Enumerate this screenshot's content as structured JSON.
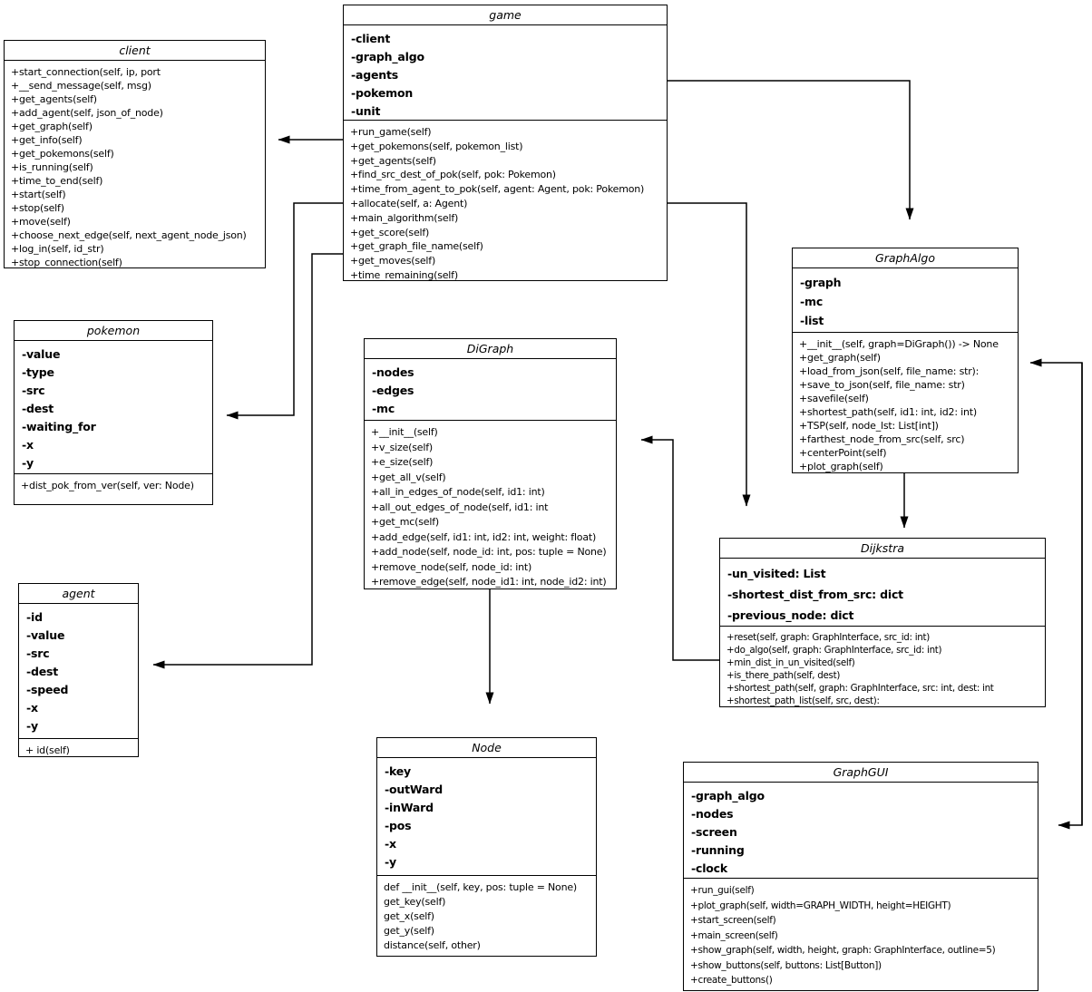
{
  "colors": {
    "line": "#000000",
    "background": "#ffffff",
    "text": "#000000"
  },
  "diagram": {
    "type": "uml-class-diagram",
    "classes": [
      {
        "name": "client",
        "title": "client",
        "attributes": [],
        "methods": [
          "+start_connection(self, ip, port",
          "+__send_message(self, msg)",
          "+get_agents(self)",
          "+add_agent(self, json_of_node)",
          "+get_graph(self)",
          "+get_info(self)",
          "+get_pokemons(self)",
          "+is_running(self)",
          "+time_to_end(self)",
          "+start(self)",
          "+stop(self)",
          "+move(self)",
          "+choose_next_edge(self, next_agent_node_json)",
          "+log_in(self, id_str)",
          "+stop_connection(self)"
        ]
      },
      {
        "name": "game",
        "title": "game",
        "attributes": [
          "-client",
          "-graph_algo",
          "-agents",
          "-pokemon",
          "-unit"
        ],
        "methods": [
          "+run_game(self)",
          "+get_pokemons(self, pokemon_list)",
          "+get_agents(self)",
          "+find_src_dest_of_pok(self, pok: Pokemon)",
          "+time_from_agent_to_pok(self, agent: Agent, pok: Pokemon)",
          "+allocate(self, a: Agent)",
          "+main_algorithm(self)",
          "+get_score(self)",
          "+get_graph_file_name(self)",
          "+get_moves(self)",
          "+time_remaining(self)"
        ]
      },
      {
        "name": "GraphAlgo",
        "title": "GraphAlgo",
        "attributes": [
          "-graph",
          "-mc",
          "-list"
        ],
        "methods": [
          "+__init__(self, graph=DiGraph()) -> None",
          "+get_graph(self)",
          "+load_from_json(self, file_name: str):",
          "+save_to_json(self, file_name: str)",
          "+savefile(self)",
          "+shortest_path(self, id1: int, id2: int)",
          "+TSP(self, node_lst: List[int])",
          "+farthest_node_from_src(self, src)",
          "+centerPoint(self)",
          "+plot_graph(self)"
        ]
      },
      {
        "name": "pokemon",
        "title": "pokemon",
        "attributes": [
          "-value",
          "-type",
          "-src",
          "-dest",
          "-waiting_for",
          "-x",
          "-y"
        ],
        "methods": [
          "+dist_pok_from_ver(self, ver: Node)"
        ]
      },
      {
        "name": "DiGraph",
        "title": "DiGraph",
        "attributes": [
          "-nodes",
          "-edges",
          "-mc"
        ],
        "methods": [
          "+__init__(self)",
          "+v_size(self)",
          "+e_size(self)",
          "+get_all_v(self)",
          "+all_in_edges_of_node(self, id1: int)",
          "+all_out_edges_of_node(self, id1: int",
          "+get_mc(self)",
          "+add_edge(self, id1: int, id2: int, weight: float)",
          "+add_node(self, node_id: int, pos: tuple = None)",
          "+remove_node(self, node_id: int)",
          "+remove_edge(self, node_id1: int, node_id2: int)"
        ]
      },
      {
        "name": "Dijkstra",
        "title": "Dijkstra",
        "attributes": [
          "-un_visited: List",
          "-shortest_dist_from_src: dict",
          "-previous_node: dict"
        ],
        "methods": [
          "+reset(self, graph: GraphInterface, src_id: int)",
          "+do_algo(self, graph: GraphInterface, src_id: int)",
          "+min_dist_in_un_visited(self)",
          "+is_there_path(self, dest)",
          "+shortest_path(self, graph: GraphInterface, src: int, dest: int",
          "+shortest_path_list(self, src, dest):"
        ]
      },
      {
        "name": "agent",
        "title": "agent",
        "attributes": [
          "-id",
          "-value",
          "-src",
          "-dest",
          "-speed",
          "-x",
          "-y"
        ],
        "methods": [
          "+ id(self)"
        ]
      },
      {
        "name": "Node",
        "title": "Node",
        "attributes": [
          "-key",
          "-outWard",
          "-inWard",
          "-pos",
          "-x",
          "-y"
        ],
        "methods": [
          "def __init__(self, key, pos: tuple = None)",
          "get_key(self)",
          "get_x(self)",
          "get_y(self)",
          "distance(self, other)"
        ]
      },
      {
        "name": "GraphGUI",
        "title": "GraphGUI",
        "attributes": [
          "-graph_algo",
          "-nodes",
          "-screen",
          "-running",
          "-clock"
        ],
        "methods": [
          "+run_gui(self)",
          "+plot_graph(self, width=GRAPH_WIDTH, height=HEIGHT)",
          "+start_screen(self)",
          "+main_screen(self)",
          "+show_graph(self, width, height, graph: GraphInterface, outline=5)",
          "+show_buttons(self, buttons: List[Button])",
          "+create_buttons()"
        ]
      }
    ],
    "relations": [
      {
        "from": "game",
        "to": "client"
      },
      {
        "from": "game",
        "to": "GraphAlgo"
      },
      {
        "from": "game",
        "to": "pokemon"
      },
      {
        "from": "game",
        "to": "agent"
      },
      {
        "from": "game",
        "to": "Dijkstra"
      },
      {
        "from": "GraphAlgo",
        "to": "Dijkstra"
      },
      {
        "from": "Dijkstra",
        "to": "DiGraph"
      },
      {
        "from": "DiGraph",
        "to": "Node"
      },
      {
        "from": "GraphGUI",
        "to": "GraphAlgo",
        "bidirectional": true
      }
    ]
  }
}
